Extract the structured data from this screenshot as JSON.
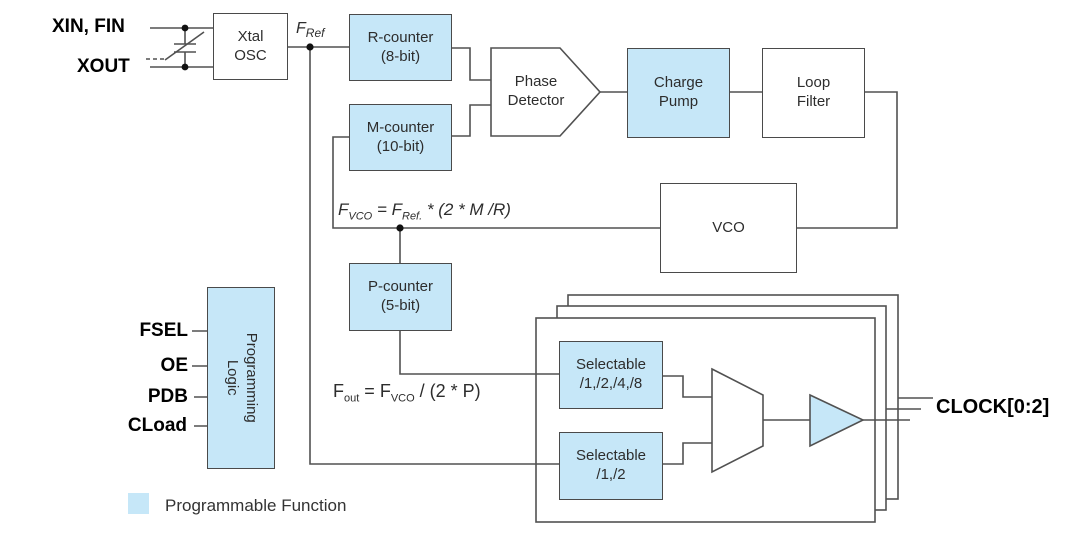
{
  "colors": {
    "programmable_fill": "#c6e7f8",
    "line_stroke": "#515151",
    "io_label_text": "#000000",
    "block_text": "#2d2d2d"
  },
  "signals": {
    "xin_fin": "XIN, FIN",
    "xout": "XOUT",
    "fref": {
      "base": "F",
      "sub": "Ref"
    },
    "clock_out": "CLOCK[0:2]",
    "fsel": "FSEL",
    "oe": "OE",
    "pdb": "PDB",
    "cload": "CLoad"
  },
  "blocks": {
    "xtal_osc": "Xtal\nOSC",
    "r_counter": "R-counter\n(8-bit)",
    "m_counter": "M-counter\n(10-bit)",
    "phase_detector": "Phase\nDetector",
    "charge_pump": "Charge\nPump",
    "loop_filter": "Loop\nFilter",
    "vco": "VCO",
    "p_counter": "P-counter\n(5-bit)",
    "programming_logic": "Programming\nLogic",
    "selectable_a": "Selectable\n/1,/2,/4,/8",
    "selectable_b": "Selectable\n/1,/2"
  },
  "formulas": {
    "fvco": {
      "f1": "F",
      "s1": "VCO",
      "mid": " = ",
      "f2": "F",
      "s2": "Ref.",
      "tail": " * (2 * M /R)"
    },
    "fout": {
      "f1": "F",
      "s1": "out",
      "mid": " = ",
      "f2": "F",
      "s2": "VCO",
      "tail": " / (2 * P)"
    }
  },
  "legend": {
    "label": "Programmable Function"
  }
}
